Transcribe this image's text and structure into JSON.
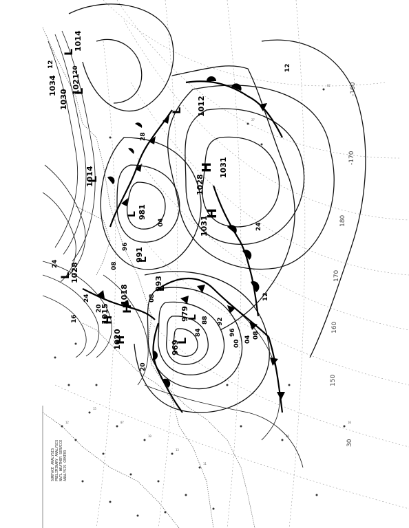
{
  "map": {
    "type": "surface weather analysis chart",
    "orientation": "rotated 90 degrees counter-clockwise",
    "header_lines": [
      "SURFACE ANALYSIS",
      "PRELIMINARY ANALYSIS",
      "NATL WEATHER SERVICE",
      "ANALYSIS CENTER"
    ],
    "colors": {
      "ink": "#111111",
      "grid": "#9a9a9a",
      "background": "#ffffff"
    }
  },
  "grid_labels": [
    "-160",
    "-170",
    "180",
    "170",
    "160",
    "150",
    "30"
  ],
  "pressure_centers": [
    {
      "symbol": "H",
      "value": "1031"
    },
    {
      "symbol": "H",
      "value": "1028"
    },
    {
      "symbol": "H",
      "value": "1031"
    },
    {
      "symbol": "L",
      "value": "1012"
    },
    {
      "symbol": "L",
      "value": "1014"
    },
    {
      "symbol": "L",
      "value": "1021"
    },
    {
      "symbol": "L",
      "value": "1014"
    },
    {
      "symbol": "L",
      "value": "981"
    },
    {
      "symbol": "L",
      "value": "991"
    },
    {
      "symbol": "L",
      "value": "993"
    },
    {
      "symbol": "L",
      "value": "979"
    },
    {
      "symbol": "L",
      "value": "969"
    },
    {
      "symbol": "L",
      "value": "1028"
    },
    {
      "symbol": "H",
      "value": "1015"
    },
    {
      "symbol": "H",
      "value": "1018"
    },
    {
      "symbol": "H",
      "value": "1020"
    },
    {
      "symbol": "L",
      "value": "1030"
    },
    {
      "symbol": "L",
      "value": "1034"
    }
  ],
  "isobar_labels": [
    "12",
    "12",
    "24",
    "28",
    "20",
    "24",
    "92",
    "96",
    "00",
    "04",
    "08",
    "88",
    "84",
    "20",
    "16",
    "24",
    "08",
    "04",
    "12",
    "20",
    "08",
    "96"
  ],
  "station_markers": [
    "station-plot"
  ]
}
